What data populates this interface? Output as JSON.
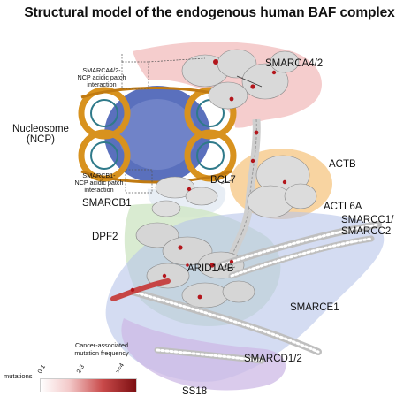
{
  "title": "Structural model of the endogenous human BAF complex",
  "labels": {
    "smarca42": "SMARCA4/2",
    "smarca4_patch_line1": "SMARCA4/2-",
    "smarca4_patch_line2": "NCP acidic patch",
    "smarca4_patch_line3": "interaction",
    "nucleosome_line1": "Nucleosome",
    "nucleosome_line2": "(NCP)",
    "smarcb1_patch_line1": "SMARCB1-",
    "smarcb1_patch_line2": "NCP acidic patch",
    "smarcb1_patch_line3": "interaction",
    "actb": "ACTB",
    "bcl7": "BCL7",
    "actl6a": "ACTL6A",
    "smarcb1": "SMARCB1",
    "smarcc_line1": "SMARCC1/",
    "smarcc_line2": "SMARCC2",
    "dpf2": "DPF2",
    "arid1ab": "ARID1A/B",
    "smarce1": "SMARCE1",
    "smarcd12": "SMARCD1/2",
    "ss18": "SS18"
  },
  "legend": {
    "title_line1": "Cancer-associated",
    "title_line2": "mutation frequency",
    "axis_name": "mutations",
    "ticks": [
      "0-1",
      "2-3",
      ">=4"
    ]
  },
  "colors": {
    "smarca": "#f3c4c4",
    "actb": "#f6c98a",
    "bcl7": "#e9eef5",
    "green": "#cfe6c6",
    "blue": "#b7c4ea",
    "purple": "#cdb9e6",
    "histone": "#5a70bd",
    "dna": "#d8921e",
    "mutation": "#b3161c"
  }
}
